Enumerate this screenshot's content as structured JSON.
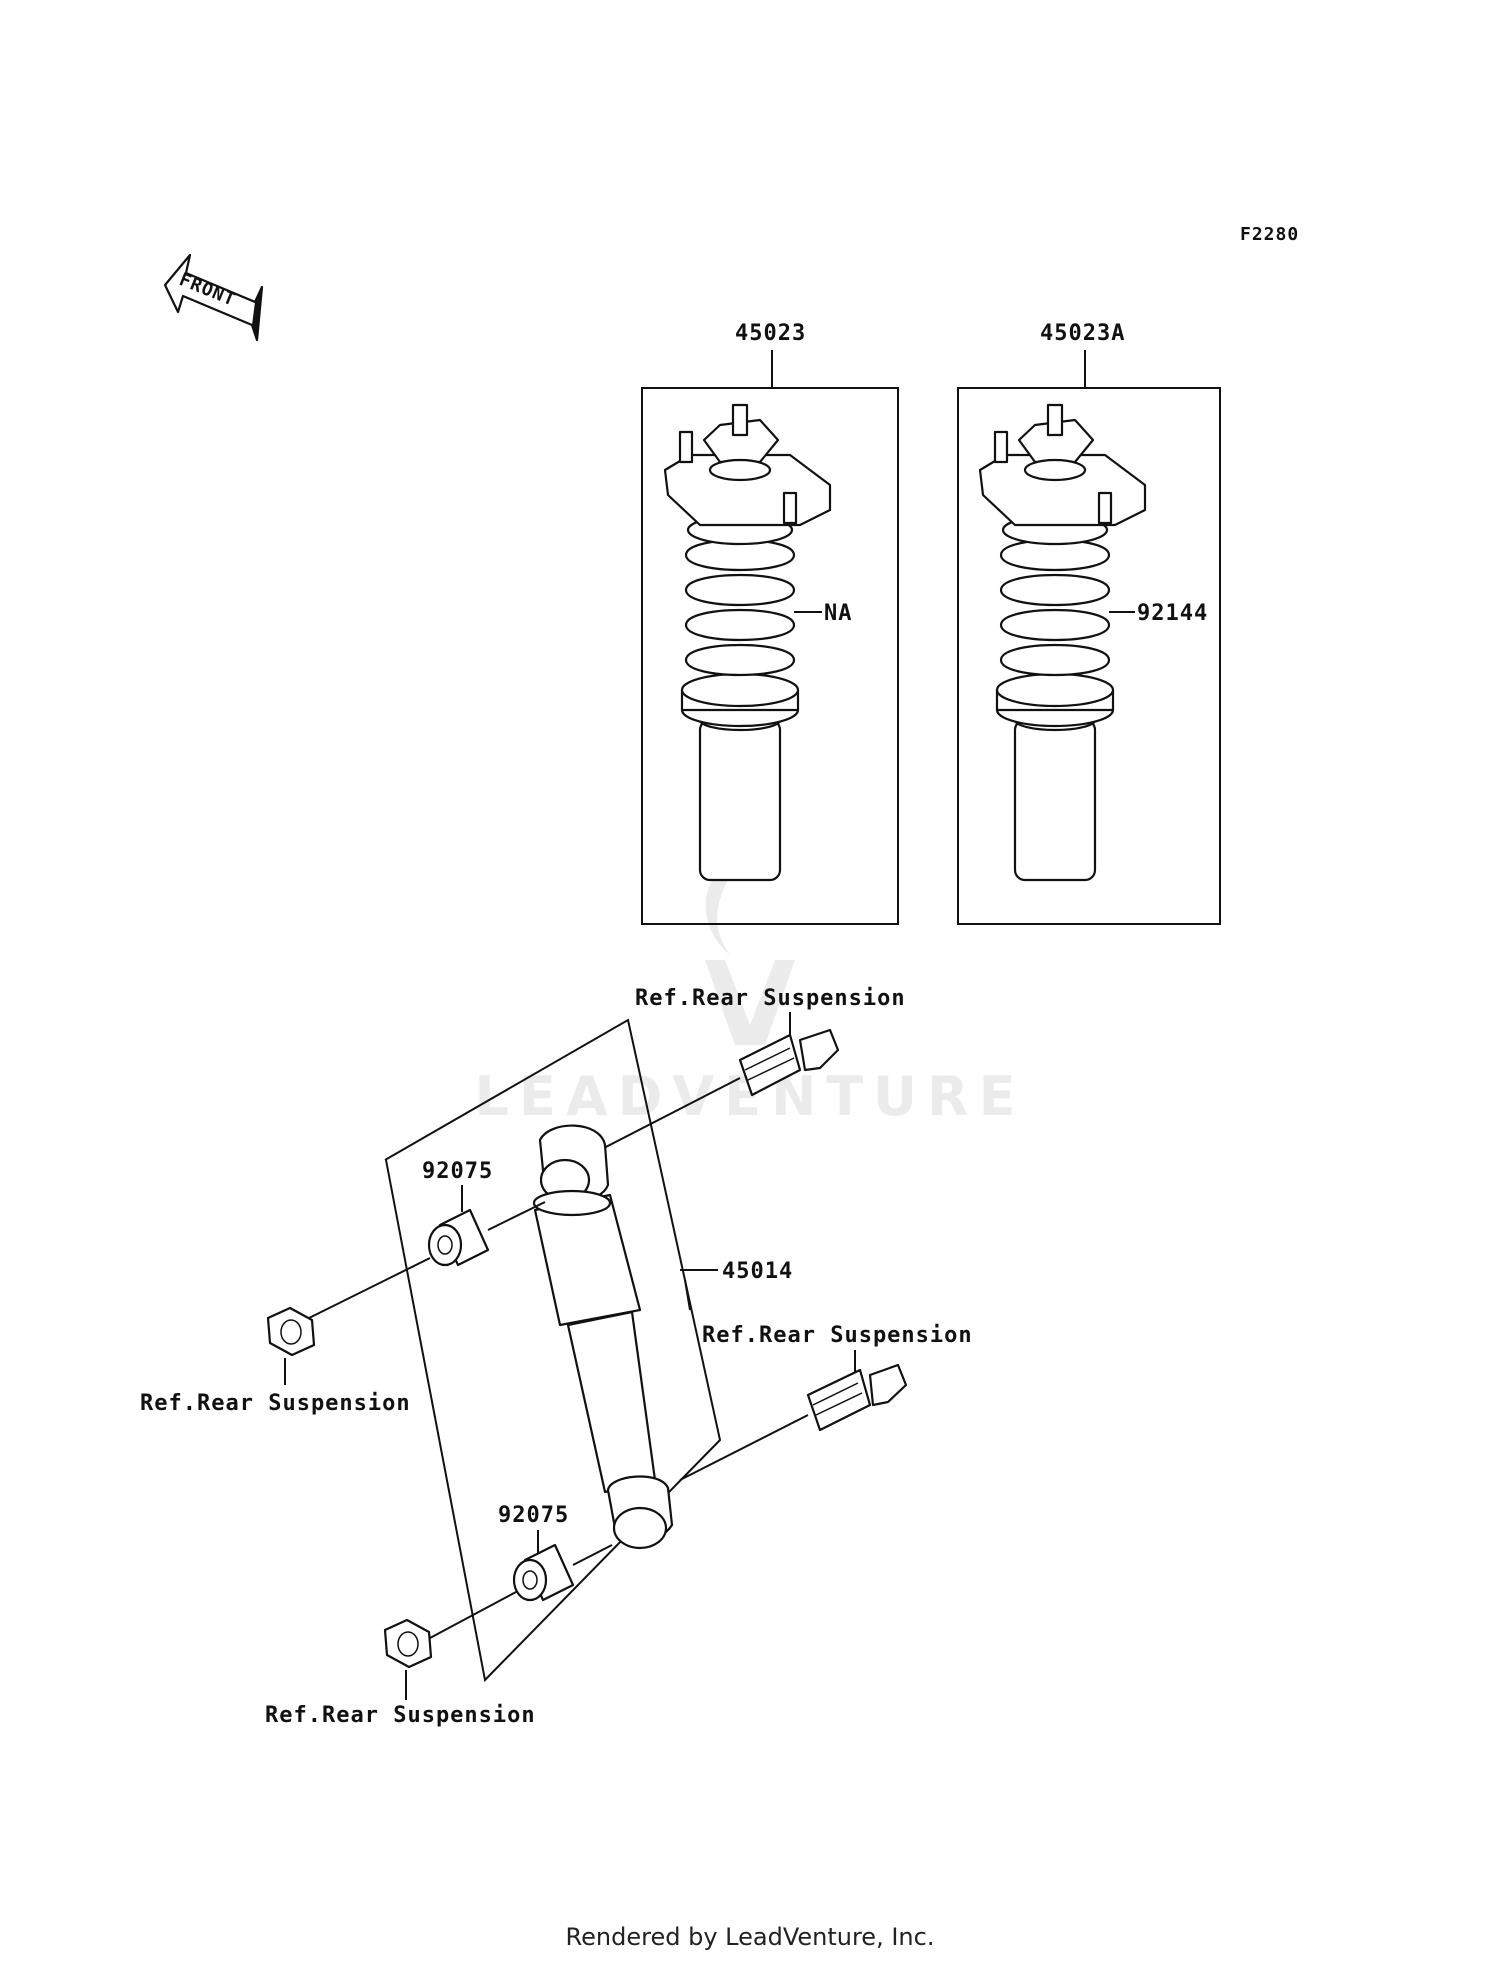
{
  "diagram": {
    "figure_code": "F2280",
    "front_label": "FRONT",
    "watermark": "LEADVENTURE",
    "footer": "Rendered by LeadVenture, Inc.",
    "parts": {
      "shock_assembly_std": "45023",
      "shock_assembly_a": "45023A",
      "spring_std": "NA",
      "spring_a": "92144",
      "shock_absorber": "45014",
      "bushing_upper": "92075",
      "bushing_lower": "92075"
    },
    "refs": {
      "upper_bolt": "Ref.Rear Suspension",
      "upper_nut": "Ref.Rear Suspension",
      "lower_bolt": "Ref.Rear Suspension",
      "lower_nut": "Ref.Rear Suspension"
    }
  }
}
